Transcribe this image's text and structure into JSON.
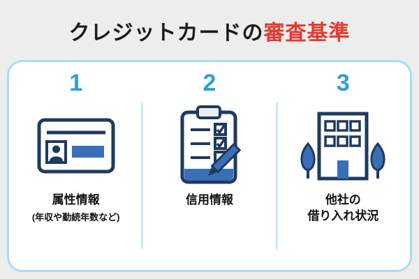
{
  "title": {
    "prefix": "クレジットカードの",
    "highlight": "審査基準"
  },
  "colors": {
    "background": "#ededed",
    "highlight_red": "#e8382f",
    "number_blue": "#2e9fd9",
    "outline_navy": "#1f3a5f",
    "fill_blue": "#3a6fb7",
    "card_border": "#a9dcf2",
    "divider_blue": "#c9e8f5"
  },
  "steps": [
    {
      "number": "1",
      "icon": "id-card-icon",
      "label": "属性情報",
      "sublabel": "(年収や勤続年数など)"
    },
    {
      "number": "2",
      "icon": "clipboard-icon",
      "label": "信用情報"
    },
    {
      "number": "3",
      "icon": "building-icon",
      "label": "他社の",
      "label2": "借り入れ状況"
    }
  ]
}
